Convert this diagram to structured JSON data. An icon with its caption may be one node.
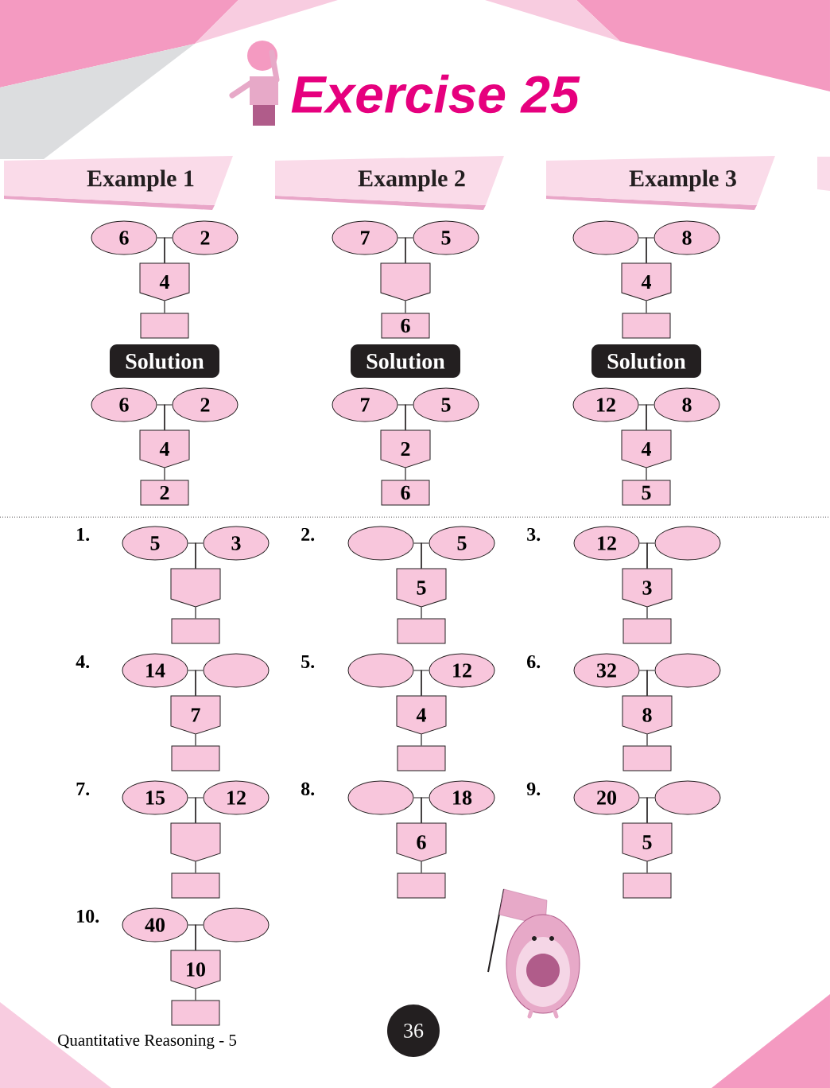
{
  "diagram": {
    "title": "Exercise 25",
    "nodes": [
      {
        "text": [
          "Example 1"
        ]
      },
      {
        "text": [
          "Example 2"
        ]
      },
      {
        "text": [
          "Example 3"
        ]
      },
      {
        "text": [
          "6"
        ]
      },
      {
        "text": [
          "2"
        ]
      },
      {
        "text": [
          "4"
        ]
      },
      {
        "text": [],
        "shape": "box"
      },
      {
        "text": [
          "7"
        ]
      },
      {
        "text": [
          "5"
        ]
      },
      {
        "text": [],
        "shape": "pentagon"
      },
      {
        "text": [
          "6"
        ]
      },
      {
        "text": [],
        "shape": "ellipse"
      },
      {
        "text": [
          "8"
        ]
      },
      {
        "text": [
          "4"
        ]
      },
      {
        "text": [],
        "shape": "box"
      },
      {
        "text": [
          "Solution"
        ]
      },
      {
        "text": [
          "Solution"
        ]
      },
      {
        "text": [
          "Solution"
        ]
      },
      {
        "text": [
          "6"
        ]
      },
      {
        "text": [
          "2"
        ]
      },
      {
        "text": [
          "4"
        ]
      },
      {
        "text": [
          "2"
        ]
      },
      {
        "text": [
          "7"
        ]
      },
      {
        "text": [
          "5"
        ]
      },
      {
        "text": [
          "2"
        ]
      },
      {
        "text": [
          "6"
        ]
      },
      {
        "text": [
          "12"
        ]
      },
      {
        "text": [
          "8"
        ]
      },
      {
        "text": [
          "4"
        ]
      },
      {
        "text": [
          "5"
        ]
      },
      {
        "text": [
          "5"
        ]
      },
      {
        "text": [
          "3"
        ]
      },
      {
        "text": [],
        "shape": "pentagon"
      },
      {
        "text": [],
        "shape": "box"
      },
      {
        "text": [],
        "shape": "ellipse"
      },
      {
        "text": [
          "5"
        ]
      },
      {
        "text": [
          "5"
        ]
      },
      {
        "text": [],
        "shape": "box"
      },
      {
        "text": [
          "12"
        ]
      },
      {
        "text": [],
        "shape": "ellipse"
      },
      {
        "text": [
          "3"
        ]
      },
      {
        "text": [],
        "shape": "box"
      },
      {
        "text": [
          "14"
        ]
      },
      {
        "text": [],
        "shape": "ellipse"
      },
      {
        "text": [
          "7"
        ]
      },
      {
        "text": [],
        "shape": "box"
      },
      {
        "text": [],
        "shape": "ellipse"
      },
      {
        "text": [
          "12"
        ]
      },
      {
        "text": [
          "4"
        ]
      },
      {
        "text": [],
        "shape": "box"
      },
      {
        "text": [
          "32"
        ]
      },
      {
        "text": [],
        "shape": "ellipse"
      },
      {
        "text": [
          "8"
        ]
      },
      {
        "text": [],
        "shape": "box"
      },
      {
        "text": [
          "15"
        ]
      },
      {
        "text": [
          "12"
        ]
      },
      {
        "text": [],
        "shape": "pentagon"
      },
      {
        "text": [],
        "shape": "box"
      },
      {
        "text": [],
        "shape": "ellipse"
      },
      {
        "text": [
          "18"
        ]
      },
      {
        "text": [
          "6"
        ]
      },
      {
        "text": [],
        "shape": "box"
      },
      {
        "text": [
          "20"
        ]
      },
      {
        "text": [],
        "shape": "ellipse"
      },
      {
        "text": [
          "5"
        ]
      },
      {
        "text": [],
        "shape": "box"
      },
      {
        "text": [
          "40"
        ]
      },
      {
        "text": [],
        "shape": "ellipse"
      },
      {
        "text": [
          "10"
        ]
      },
      {
        "text": [],
        "shape": "box"
      },
      {
        "text": [
          "36"
        ]
      }
    ],
    "edges": [
      {
        "from": 3,
        "to": 5,
        "arrow": "none"
      },
      {
        "from": 4,
        "to": 5,
        "arrow": "none"
      },
      {
        "from": 5,
        "to": 6,
        "arrow": "none"
      },
      {
        "from": 7,
        "to": 9,
        "arrow": "none"
      },
      {
        "from": 8,
        "to": 9,
        "arrow": "none"
      },
      {
        "from": 9,
        "to": 10,
        "arrow": "none"
      },
      {
        "from": 11,
        "to": 13,
        "arrow": "none"
      },
      {
        "from": 12,
        "to": 13,
        "arrow": "none"
      },
      {
        "from": 13,
        "to": 14,
        "arrow": "none"
      },
      {
        "from": 18,
        "to": 20,
        "arrow": "none"
      },
      {
        "from": 19,
        "to": 20,
        "arrow": "none"
      },
      {
        "from": 20,
        "to": 21,
        "arrow": "none"
      },
      {
        "from": 22,
        "to": 24,
        "arrow": "none"
      },
      {
        "from": 23,
        "to": 24,
        "arrow": "none"
      },
      {
        "from": 24,
        "to": 25,
        "arrow": "none"
      },
      {
        "from": 26,
        "to": 28,
        "arrow": "none"
      },
      {
        "from": 27,
        "to": 28,
        "arrow": "none"
      },
      {
        "from": 28,
        "to": 29,
        "arrow": "none"
      },
      {
        "from": 30,
        "to": 32,
        "arrow": "none"
      },
      {
        "from": 31,
        "to": 32,
        "arrow": "none"
      },
      {
        "from": 32,
        "to": 33,
        "arrow": "none"
      },
      {
        "from": 34,
        "to": 36,
        "arrow": "none"
      },
      {
        "from": 35,
        "to": 36,
        "arrow": "none"
      },
      {
        "from": 36,
        "to": 37,
        "arrow": "none"
      },
      {
        "from": 38,
        "to": 40,
        "arrow": "none"
      },
      {
        "from": 39,
        "to": 40,
        "arrow": "none"
      },
      {
        "from": 40,
        "to": 41,
        "arrow": "none"
      },
      {
        "from": 42,
        "to": 44,
        "arrow": "none"
      },
      {
        "from": 43,
        "to": 44,
        "arrow": "none"
      },
      {
        "from": 44,
        "to": 45,
        "arrow": "none"
      },
      {
        "from": 46,
        "to": 48,
        "arrow": "none"
      },
      {
        "from": 47,
        "to": 48,
        "arrow": "none"
      },
      {
        "from": 48,
        "to": 49,
        "arrow": "none"
      },
      {
        "from": 50,
        "to": 52,
        "arrow": "none"
      },
      {
        "from": 51,
        "to": 52,
        "arrow": "none"
      },
      {
        "from": 52,
        "to": 53,
        "arrow": "none"
      },
      {
        "from": 54,
        "to": 56,
        "arrow": "none"
      },
      {
        "from": 55,
        "to": 56,
        "arrow": "none"
      },
      {
        "from": 56,
        "to": 57,
        "arrow": "none"
      },
      {
        "from": 58,
        "to": 60,
        "arrow": "none"
      },
      {
        "from": 59,
        "to": 60,
        "arrow": "none"
      },
      {
        "from": 60,
        "to": 61,
        "arrow": "none"
      },
      {
        "from": 62,
        "to": 64,
        "arrow": "none"
      },
      {
        "from": 63,
        "to": 64,
        "arrow": "none"
      },
      {
        "from": 64,
        "to": 65,
        "arrow": "none"
      },
      {
        "from": 66,
        "to": 68,
        "arrow": "none"
      },
      {
        "from": 67,
        "to": 68,
        "arrow": "none"
      },
      {
        "from": 68,
        "to": 69,
        "arrow": "none"
      }
    ],
    "labels": [
      "1.",
      "2.",
      "3.",
      "4.",
      "5.",
      "6.",
      "7.",
      "8.",
      "9.",
      "10.",
      "Quantitative Reasoning - 5"
    ]
  }
}
